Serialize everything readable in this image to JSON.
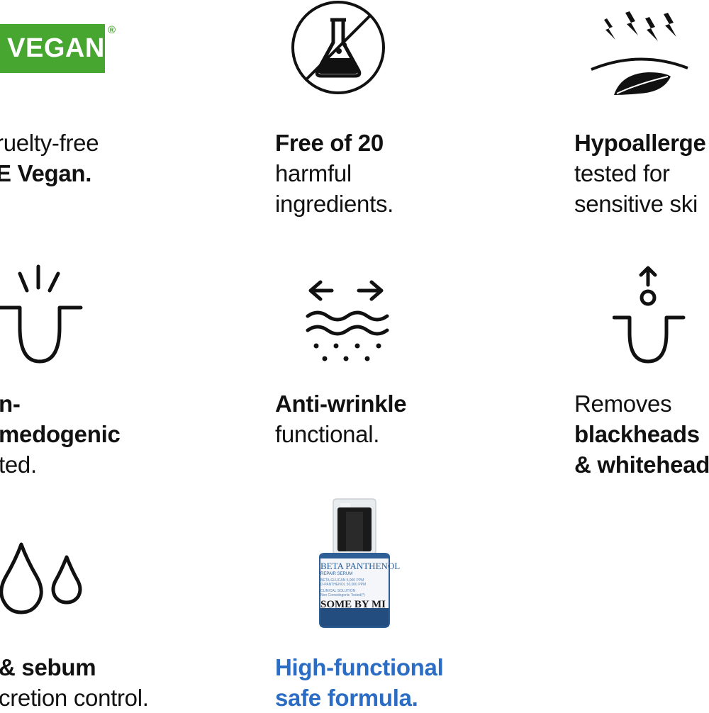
{
  "vegan_badge": {
    "label": "VEGAN",
    "mark": "®",
    "color": "#47a630"
  },
  "features": [
    {
      "id": "cruelty-free",
      "lines": [
        {
          "text": "ruelty-free",
          "bold": false
        },
        {
          "text": "E Vegan.",
          "bold": true
        }
      ],
      "icon": "vegan-badge"
    },
    {
      "id": "free-of-20",
      "lines": [
        {
          "text": "Free of 20",
          "bold": true
        },
        {
          "text": "harmful",
          "bold": false
        },
        {
          "text": "ingredients.",
          "bold": false
        }
      ],
      "icon": "no-chemicals-flask-icon"
    },
    {
      "id": "hypoallergenic",
      "lines": [
        {
          "text": "Hypoallerge",
          "bold": true
        },
        {
          "text": "tested for",
          "bold": false
        },
        {
          "text": "sensitive ski",
          "bold": false
        }
      ],
      "icon": "leaf-irritation-icon"
    },
    {
      "id": "non-comedogenic",
      "lines": [
        {
          "text": "n-",
          "bold": true
        },
        {
          "text": "medogenic",
          "bold": true
        },
        {
          "text": "ted.",
          "bold": false
        }
      ],
      "icon": "pore-burst-icon"
    },
    {
      "id": "anti-wrinkle",
      "lines": [
        {
          "text": "Anti-wrinkle",
          "bold": true
        },
        {
          "text": "functional.",
          "bold": false
        }
      ],
      "icon": "wave-stretch-icon"
    },
    {
      "id": "removes-blackheads",
      "lines": [
        {
          "text": "Removes",
          "bold": false
        },
        {
          "text": "blackheads",
          "bold": true
        },
        {
          "text": "& whitehead",
          "bold": true
        }
      ],
      "icon": "pore-extract-icon"
    },
    {
      "id": "sebum-control",
      "lines": [
        {
          "text": " & sebum",
          "bold": true
        },
        {
          "text": "cretion control.",
          "bold": false
        }
      ],
      "icon": "oil-drops-icon"
    },
    {
      "id": "high-functional",
      "lines": [
        {
          "text": "High-functional",
          "bold": true
        },
        {
          "text": "safe formula.",
          "bold": true
        }
      ],
      "icon": "serum-bottle",
      "accent": "#2b6cc4"
    }
  ],
  "product": {
    "name": "BETA PANTHENOL",
    "sub": "REPAIR SERUM",
    "line1": "BETA-GLUCAN  5,000 PPM",
    "line2": "D-PANTHENOL 50,000 PPM",
    "line3": "CLINICAL SOLUTION",
    "line4": "Non Comedogenic Tested(*)",
    "brand": "SOME BY MI",
    "label_color": "#2d5e96"
  }
}
